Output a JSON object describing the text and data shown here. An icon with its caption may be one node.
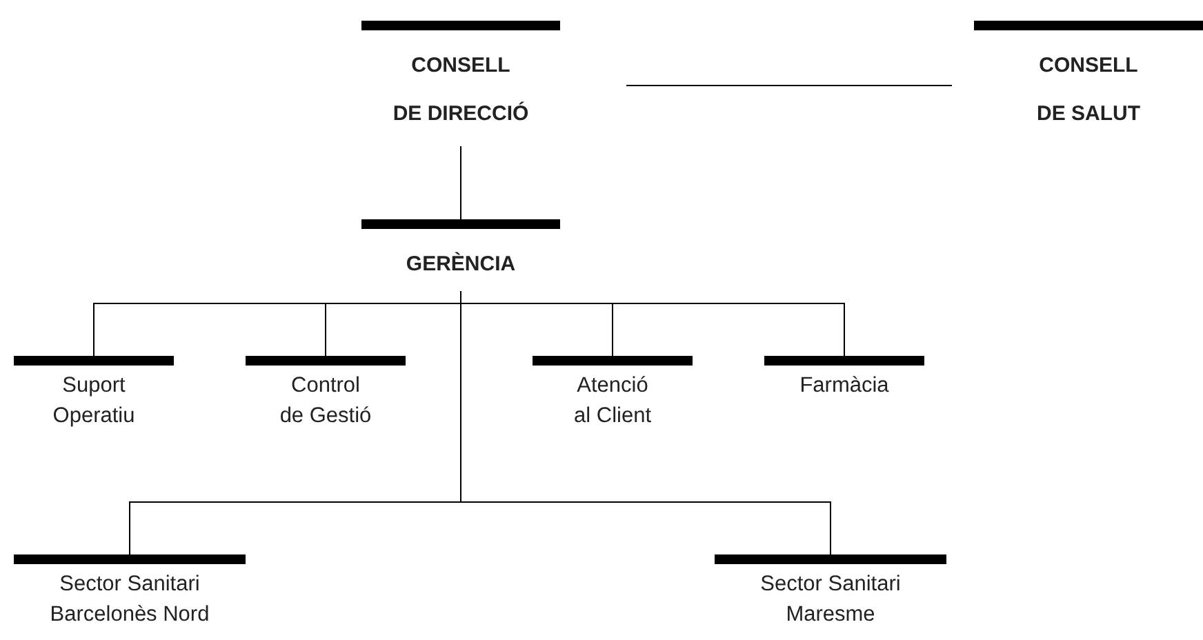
{
  "diagram": {
    "nodes": [
      {
        "text": [
          "CONSELL DE DIRECCIÓ"
        ]
      },
      {
        "text": [
          "CONSELL DE SALUT"
        ]
      },
      {
        "text": [
          "GERÈNCIA"
        ]
      },
      {
        "text": [
          "Suport Operatiu"
        ]
      },
      {
        "text": [
          "Control de Gestió"
        ]
      },
      {
        "text": [
          "Atenció al Client"
        ]
      },
      {
        "text": [
          "Farmàcia"
        ]
      },
      {
        "text": [
          "Sector Sanitari Barcelonès Nord"
        ]
      },
      {
        "text": [
          "Sector Sanitari Maresme"
        ]
      }
    ],
    "edges": [
      {
        "from": 0,
        "to": 1,
        "arrow": "none"
      },
      {
        "from": 0,
        "to": 2,
        "arrow": "none"
      },
      {
        "from": 2,
        "to": 3,
        "arrow": "none"
      },
      {
        "from": 2,
        "to": 4,
        "arrow": "none"
      },
      {
        "from": 2,
        "to": 5,
        "arrow": "none"
      },
      {
        "from": 2,
        "to": 6,
        "arrow": "none"
      },
      {
        "from": 2,
        "to": 7,
        "arrow": "none"
      },
      {
        "from": 2,
        "to": 8,
        "arrow": "none"
      }
    ]
  }
}
